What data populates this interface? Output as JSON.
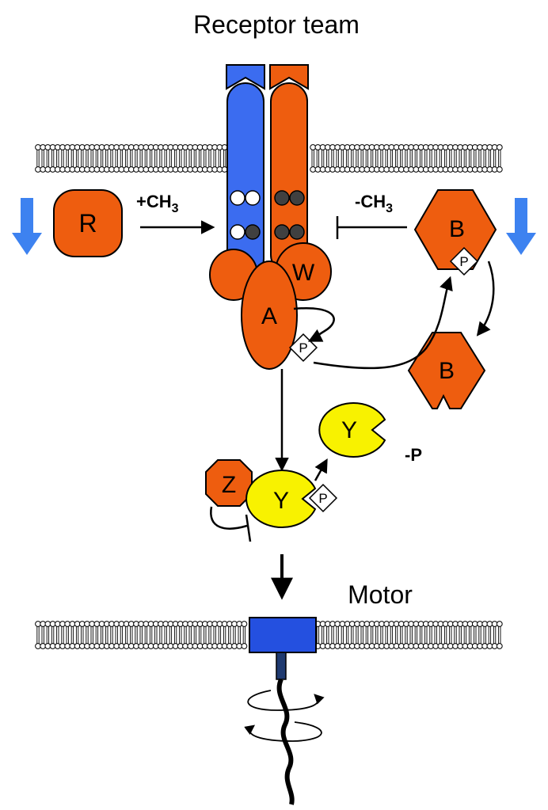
{
  "title": "Receptor team",
  "motor_label": "Motor",
  "methyl_add": {
    "prefix": "+CH",
    "sub": "3"
  },
  "methyl_remove": {
    "prefix": "-CH",
    "sub": "3"
  },
  "minus_p": "-P",
  "proteins": {
    "R": "R",
    "W": "W",
    "A": "A",
    "B_phospho": "B",
    "B_free": "B",
    "Y_free": "Y",
    "Y_phospho": "Y",
    "Z": "Z"
  },
  "phosphate": "P",
  "colors": {
    "orange": "#ee5d0f",
    "blue_receptor": "#3b6cf0",
    "yellow": "#f8f200",
    "arrow_blue": "#3d82f0",
    "motor_blue": "#2450e0",
    "motor_shaft": "#1f3a70",
    "dark_dot": "#404040"
  }
}
